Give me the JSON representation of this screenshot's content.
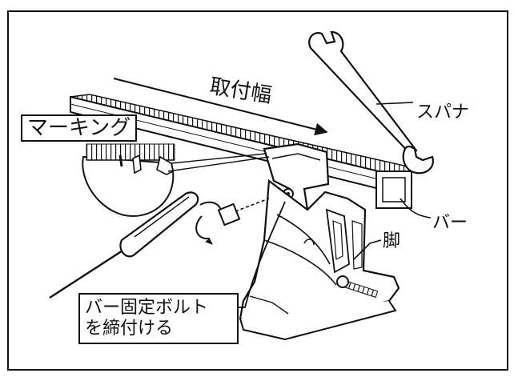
{
  "labels": {
    "mounting_width": "取付幅",
    "marking": "マーキング",
    "spanner": "スパナ",
    "bar": "バー",
    "leg": "脚",
    "bolt_line1": "バー固定ボルト",
    "bolt_line2": "を締付ける"
  },
  "colors": {
    "ink": "#111111",
    "background": "#ffffff"
  }
}
